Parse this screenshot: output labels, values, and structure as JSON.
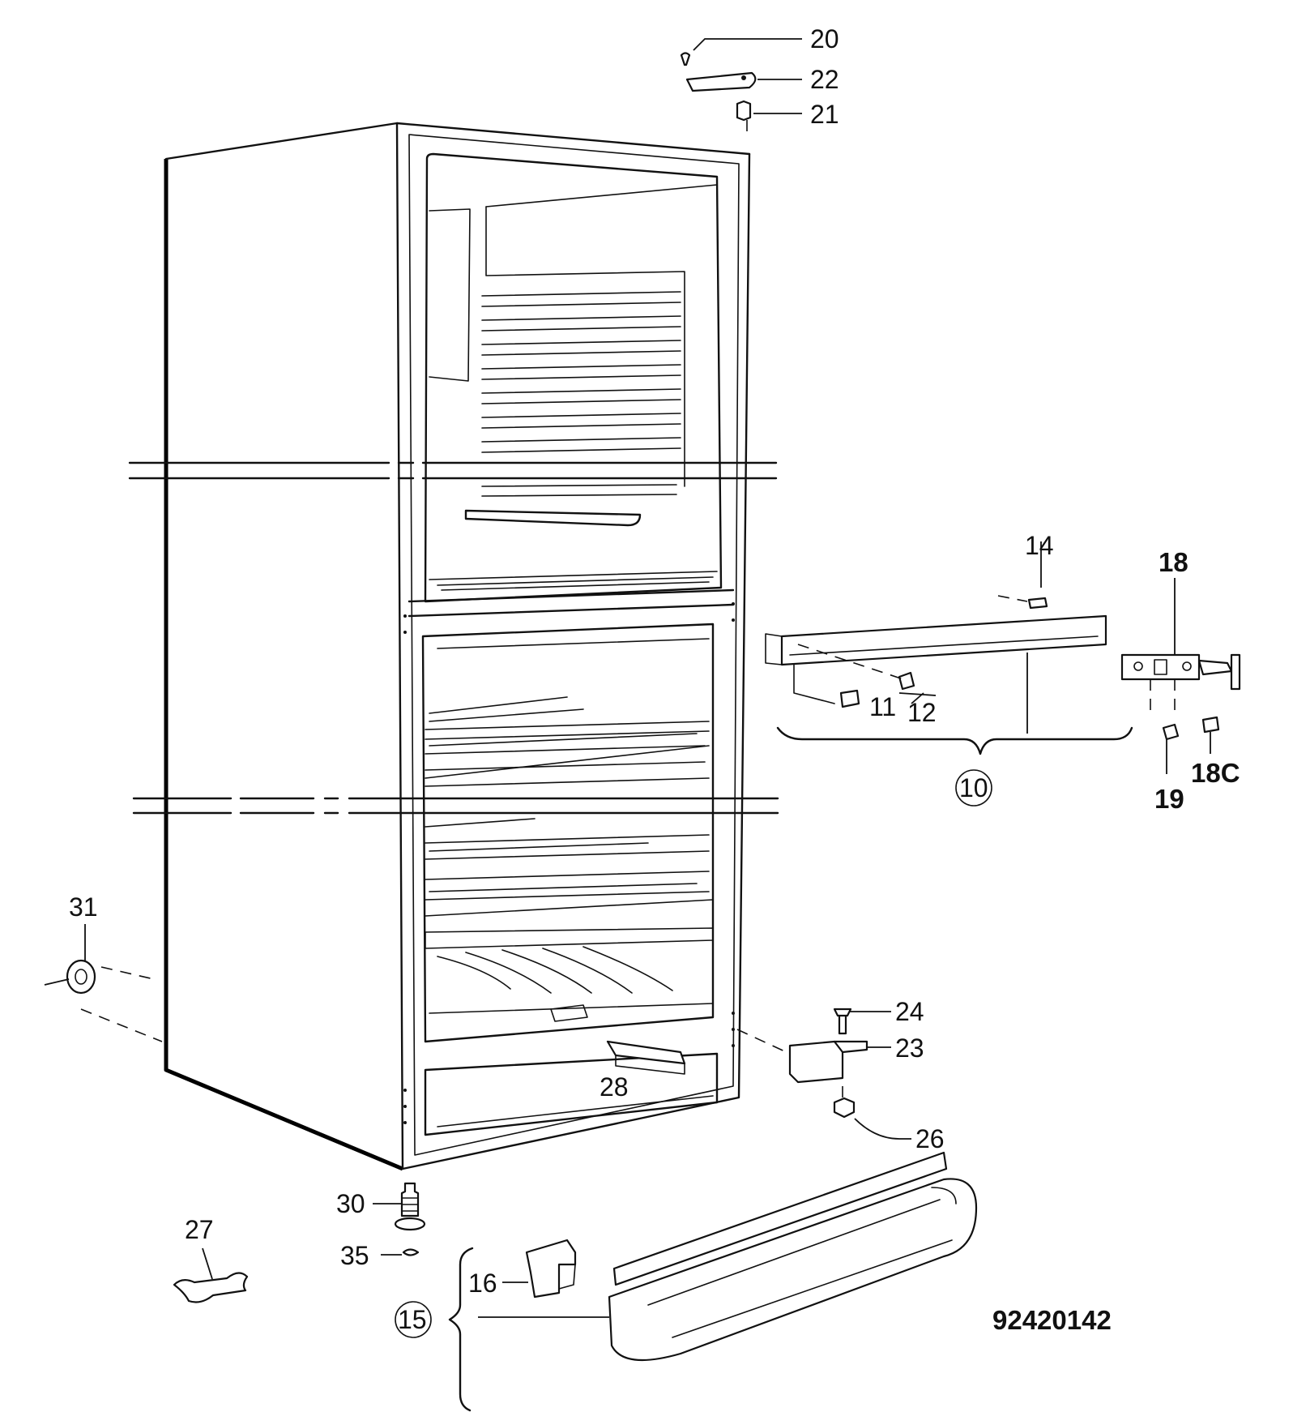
{
  "callouts": {
    "c20": "20",
    "c22": "22",
    "c21": "21",
    "c14": "14",
    "c18": "18",
    "c11": "11",
    "c12": "12",
    "c10": "10",
    "c19": "19",
    "c18c": "18C",
    "c31": "31",
    "c24": "24",
    "c23": "23",
    "c28": "28",
    "c26": "26",
    "c30": "30",
    "c27": "27",
    "c35": "35",
    "c16": "16",
    "c15": "15"
  },
  "drawing_number": "92420142"
}
